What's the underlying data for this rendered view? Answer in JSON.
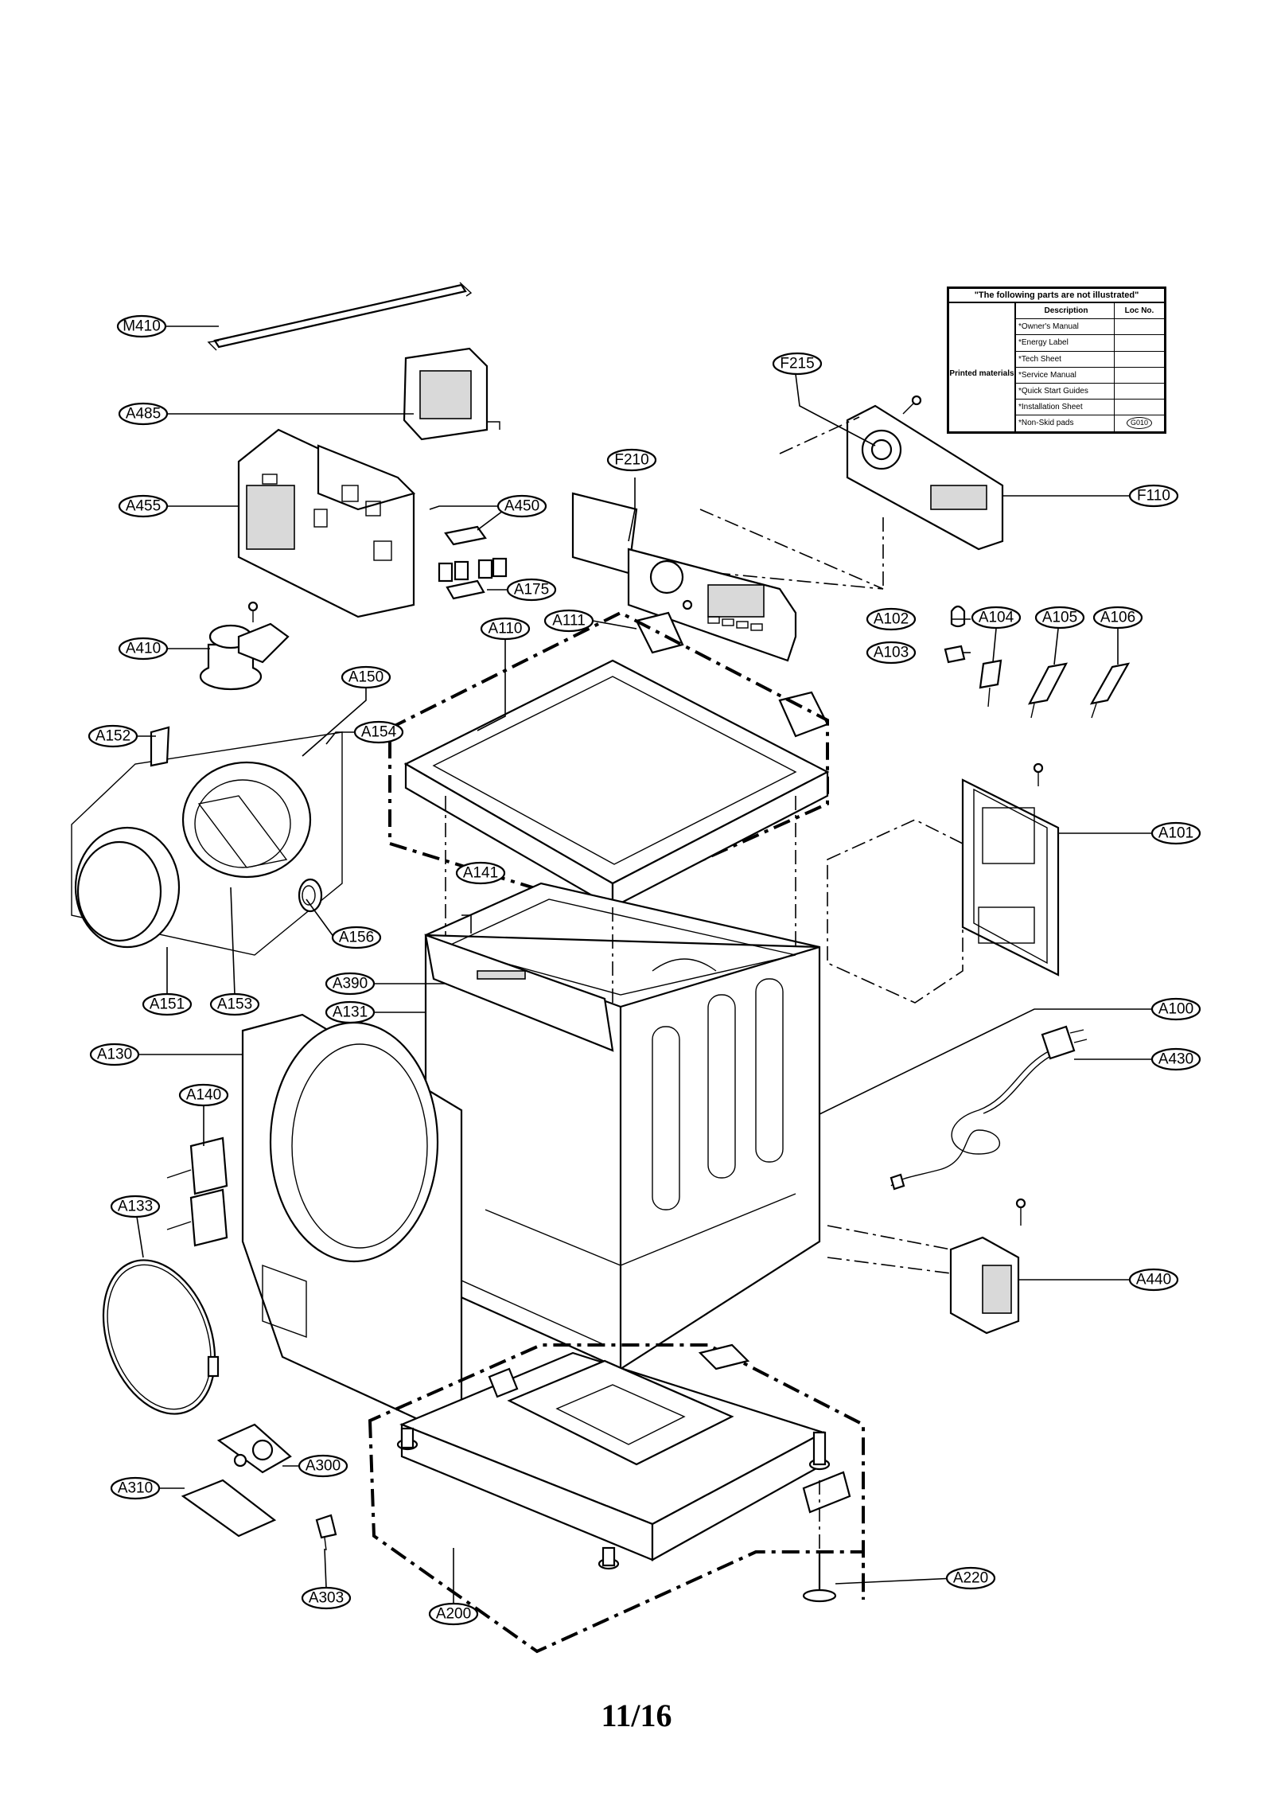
{
  "page": {
    "number": "11/16"
  },
  "not_illustrated_table": {
    "title": "\"The following parts are not illustrated\"",
    "header_description": "Description",
    "header_loc": "Loc No.",
    "group_label": "Printed materials",
    "rows": [
      {
        "description": "*Owner's Manual",
        "loc": ""
      },
      {
        "description": "*Energy Label",
        "loc": ""
      },
      {
        "description": "*Tech Sheet",
        "loc": ""
      },
      {
        "description": "*Service Manual",
        "loc": ""
      },
      {
        "description": "*Quick Start Guides",
        "loc": ""
      },
      {
        "description": "*Installation Sheet",
        "loc": ""
      },
      {
        "description": "*Non-Skid pads",
        "loc": "G010"
      }
    ]
  },
  "callouts": [
    "M410",
    "A485",
    "A455",
    "A450",
    "A175",
    "A410",
    "F215",
    "F210",
    "F110",
    "A111",
    "A110",
    "A102",
    "A103",
    "A104",
    "A105",
    "A106",
    "A150",
    "A152",
    "A154",
    "A101",
    "A141",
    "A156",
    "A151",
    "A153",
    "A390",
    "A131",
    "A100",
    "A130",
    "A140",
    "A430",
    "A133",
    "A440",
    "A300",
    "A310",
    "A303",
    "A200",
    "A220"
  ]
}
